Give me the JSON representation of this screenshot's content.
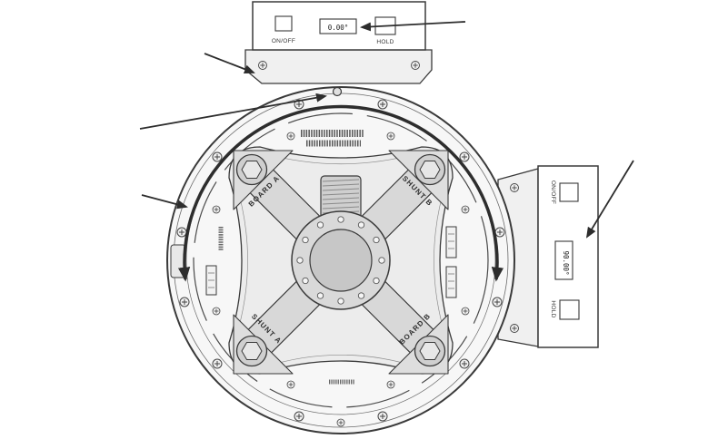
{
  "top_display": {
    "on_off_label": "ON/OFF",
    "hold_label": "HOLD",
    "readout_value": "0.00°"
  },
  "side_display": {
    "on_off_label": "ON/OFF",
    "hold_label": "HOLD",
    "readout_value": "90.00°"
  },
  "fixture_labels": {
    "upper_left": "BOARD A",
    "upper_right": "SHUNT B",
    "lower_left": "SHUNT A",
    "lower_right": "BOARD B"
  },
  "colors": {
    "line": "#3a3a3a",
    "panel_fill": "#ffffff",
    "plate_fill": "#ececec",
    "metal_fill": "#d8d8d8",
    "background": "#ffffff"
  }
}
